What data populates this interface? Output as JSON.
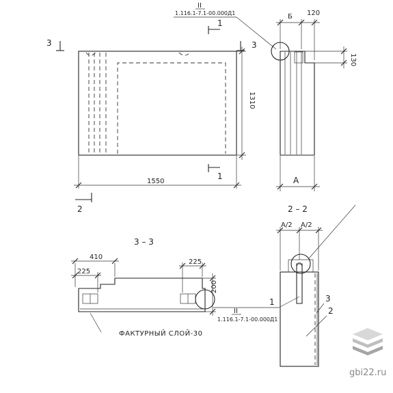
{
  "drawing": {
    "front_view": {
      "width_dim": "1550",
      "height_dim": "1310",
      "node_ref_mark": "II",
      "node_ref_code": "1.116.1-7.1-00.000Д1",
      "section_1_label": "1",
      "section_2_label": "2",
      "section_3_label": "3"
    },
    "side_view": {
      "dim_top_b": "Б",
      "dim_top_120": "120",
      "dim_right_130": "130",
      "dim_bottom_a": "А"
    },
    "section_3_3": {
      "title": "3 – 3",
      "dim_410": "410",
      "dim_225_left": "225",
      "dim_225_right": "225",
      "dim_200": "200",
      "node_ref_mark": "II",
      "node_ref_code": "1.116.1-7.1-00.000Д1",
      "texture_note": "ФАКТУРНЫЙ СЛОЙ-30"
    },
    "section_2_2": {
      "title": "2 – 2",
      "dim_a2_left": "А/2",
      "dim_a2_right": "А/2",
      "leader_1": "1",
      "leader_2": "2",
      "leader_3": "3"
    }
  },
  "watermark": {
    "site": "gbi22.ru",
    "colors": {
      "top": "#d8d8d8",
      "middle": "#bfbfbf",
      "bottom": "#a5a5a5"
    }
  }
}
